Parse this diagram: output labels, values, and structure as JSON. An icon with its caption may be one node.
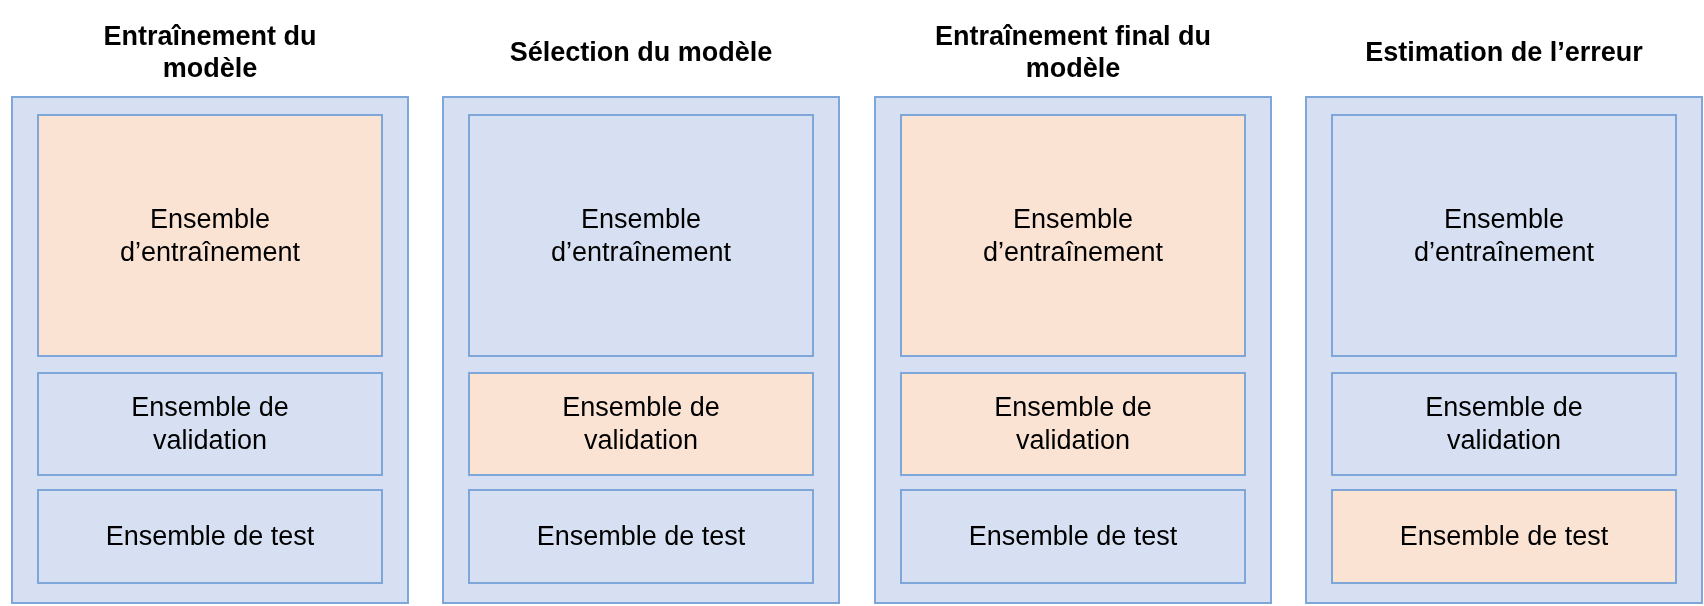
{
  "diagram": {
    "nodes": [
      {
        "text": [
          "Entraînement du modèle"
        ]
      },
      {
        "text": [
          "Ensemble d’entraînement"
        ],
        "in": 0
      },
      {
        "text": [
          "Ensemble de validation"
        ],
        "in": 0
      },
      {
        "text": [
          "Ensemble de test"
        ],
        "in": 0
      },
      {
        "text": [
          "Sélection du modèle"
        ]
      },
      {
        "text": [
          "Ensemble d’entraînement"
        ],
        "in": 4
      },
      {
        "text": [
          "Ensemble de validation"
        ],
        "in": 4
      },
      {
        "text": [
          "Ensemble de test"
        ],
        "in": 4
      },
      {
        "text": [
          "Entraînement final du modèle"
        ]
      },
      {
        "text": [
          "Ensemble d’entraînement"
        ],
        "in": 8
      },
      {
        "text": [
          "Ensemble de validation"
        ],
        "in": 8
      },
      {
        "text": [
          "Ensemble de test"
        ],
        "in": 8
      },
      {
        "text": [
          "Estimation de l’erreur"
        ]
      },
      {
        "text": [
          "Ensemble d’entraînement"
        ],
        "in": 12
      },
      {
        "text": [
          "Ensemble de validation"
        ],
        "in": 12
      },
      {
        "text": [
          "Ensemble de test"
        ],
        "in": 12
      }
    ]
  }
}
